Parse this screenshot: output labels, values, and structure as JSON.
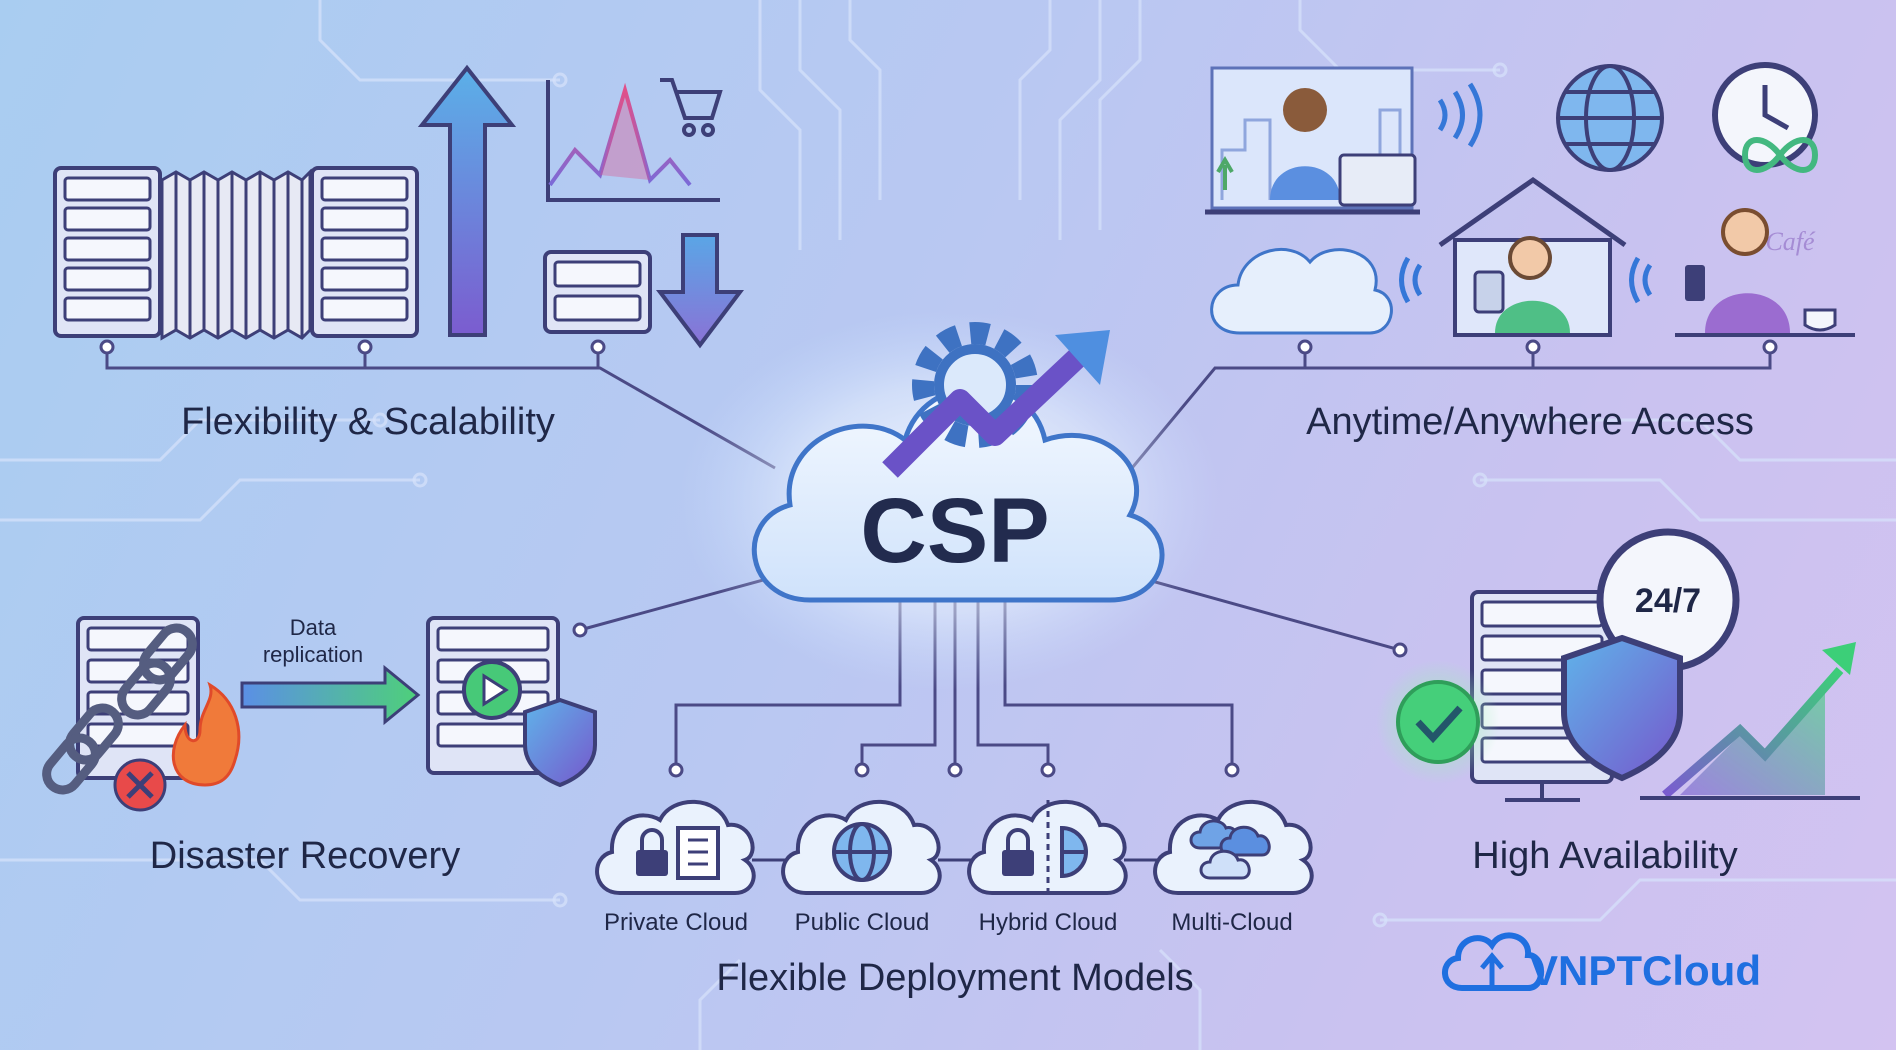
{
  "center": {
    "title": "CSP"
  },
  "flexibility": {
    "title": "Flexibility & Scalability"
  },
  "access": {
    "title": "Anytime/Anywhere Access",
    "cafe_sign": "Café"
  },
  "recovery": {
    "title": "Disaster Recovery",
    "arrow_label_line1": "Data",
    "arrow_label_line2": "replication"
  },
  "availability": {
    "title": "High Availability",
    "clock_label": "24/7"
  },
  "deployment": {
    "title": "Flexible Deployment Models",
    "models": [
      {
        "label": "Private Cloud"
      },
      {
        "label": "Public Cloud"
      },
      {
        "label": "Hybrid Cloud"
      },
      {
        "label": "Multi-Cloud"
      }
    ]
  },
  "brand": {
    "name": "VNPTCloud"
  },
  "colors": {
    "line": "#4b4a86",
    "server_fill": "#dfe4f6",
    "server_stroke": "#3d3f78",
    "accent_blue": "#2f7fd8",
    "accent_purple": "#7a5bd0",
    "accent_green": "#3ccf78",
    "brand": "#1f6fe0"
  }
}
